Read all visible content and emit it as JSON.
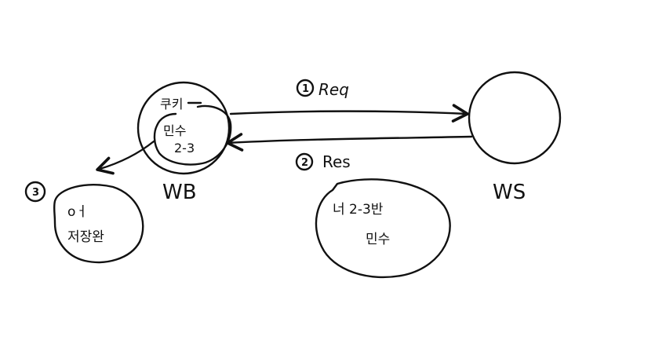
{
  "nodes": {
    "wb": {
      "label": "WB",
      "cookie": "쿠키",
      "cookie_value_line1": "민수",
      "cookie_value_line2": "2-3"
    },
    "ws": {
      "label": "WS"
    }
  },
  "edges": {
    "request": {
      "step": "1",
      "label": "Req"
    },
    "response": {
      "step": "2",
      "label": "Res"
    },
    "save": {
      "step": "3"
    }
  },
  "notes": {
    "response_body": {
      "line1": "너 2-3반",
      "line2": "민수"
    },
    "saved": {
      "line1": "oㅓ",
      "line2": "저장완"
    }
  }
}
